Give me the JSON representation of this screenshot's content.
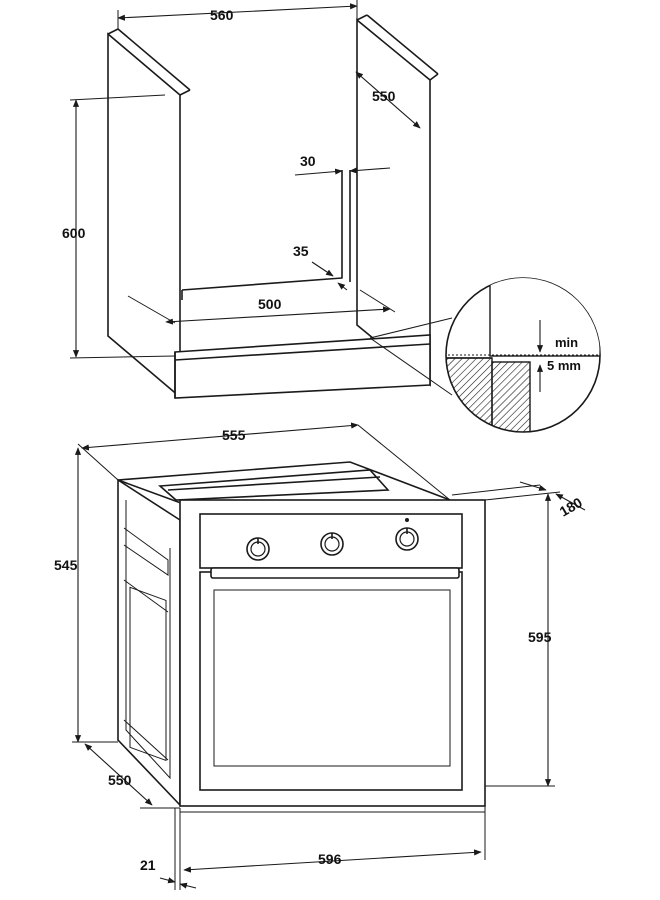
{
  "cabinet": {
    "width_label": "560",
    "depth_label": "550",
    "height_label": "600",
    "gap_label": "30",
    "edge_label": "35",
    "inner_width_label": "500"
  },
  "detail": {
    "min_label": "min",
    "gap_label": "5 mm"
  },
  "oven": {
    "depth_top_label": "555",
    "height_side_label": "545",
    "depth_bottom_label": "550",
    "front_depth_label": "180",
    "front_height_label": "595",
    "front_width_label": "596",
    "panel_thickness_label": "21",
    "knob_count": 3
  }
}
